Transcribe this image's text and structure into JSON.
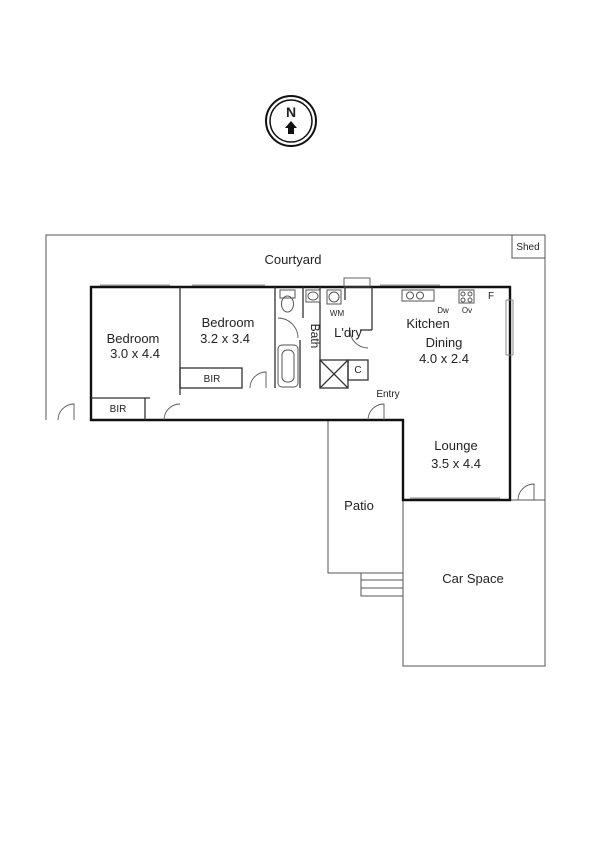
{
  "compass": {
    "letter": "N"
  },
  "labels": {
    "courtyard": "Courtyard",
    "shed": "Shed",
    "bedroom1_name": "Bedroom",
    "bedroom1_dim": "3.0 x 4.4",
    "bedroom2_name": "Bedroom",
    "bedroom2_dim": "3.2 x 3.4",
    "bir1": "BIR",
    "bir2": "BIR",
    "bath": "Bath",
    "wm": "WM",
    "laundry": "L'dry",
    "cupboard": "C",
    "kitchen": "Kitchen",
    "dining_name": "Dining",
    "dining_dim": "4.0 x 2.4",
    "dw": "Dw",
    "ov": "Ov",
    "fridge": "F",
    "entry": "Entry",
    "lounge_name": "Lounge",
    "lounge_dim": "3.5 x 4.4",
    "patio": "Patio",
    "car_space": "Car Space"
  }
}
